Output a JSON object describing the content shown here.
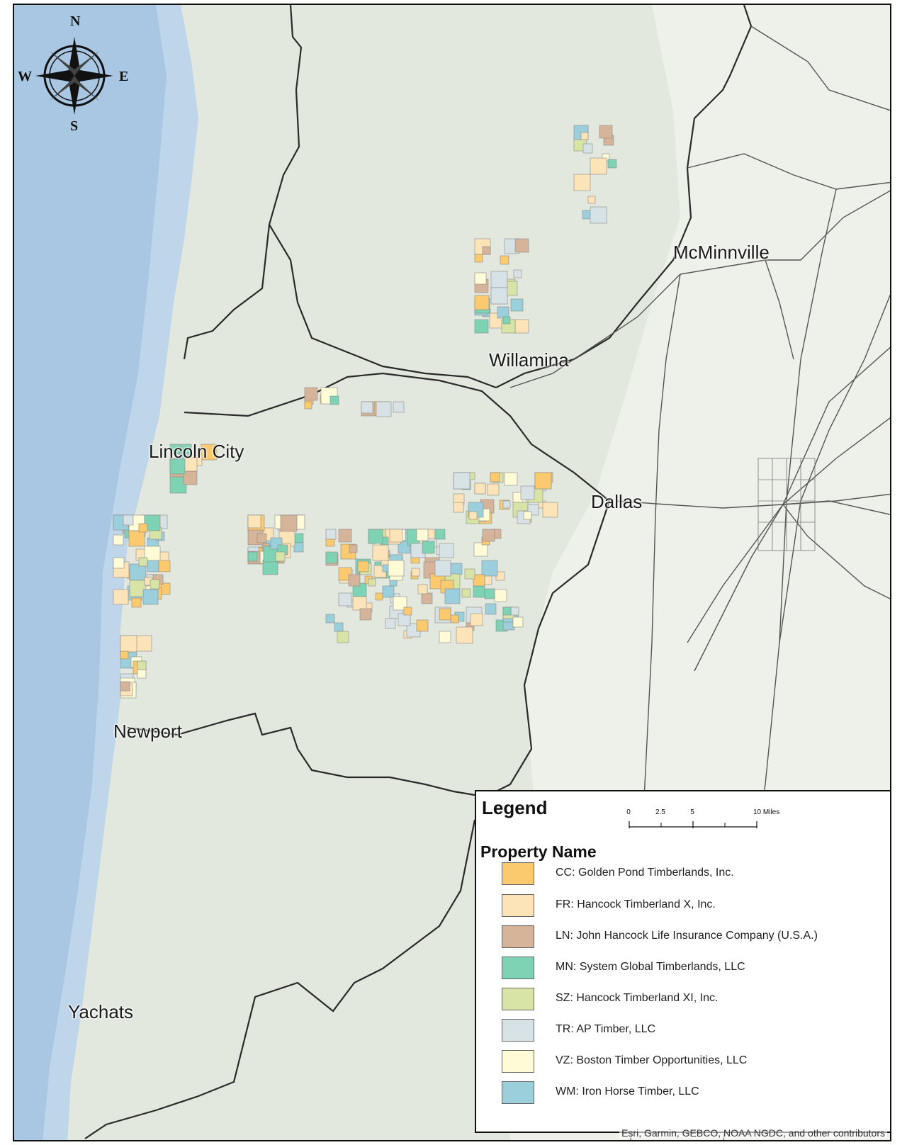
{
  "map": {
    "cities": [
      {
        "name": "McMinnville"
      },
      {
        "name": "Willamina"
      },
      {
        "name": "Lincoln City"
      },
      {
        "name": "Dallas"
      },
      {
        "name": "Newport"
      },
      {
        "name": "Yachats"
      }
    ],
    "compass": {
      "n": "N",
      "s": "S",
      "e": "E",
      "w": "W"
    },
    "attribution": "Esri, Garmin, GEBCO, NOAA NGDC, and other contributors",
    "colors": {
      "ocean": "#a9c7e3",
      "ocean_shallow": "#cfe0ef",
      "land_forest": "#e3e8df",
      "land_valley": "#eef0ea",
      "boundary": "#2a2a2a",
      "road": "#555555"
    }
  },
  "legend": {
    "title": "Legend",
    "subtitle": "Property Name",
    "scale": {
      "ticks": [
        "0",
        "2.5",
        "5",
        "10"
      ],
      "units": "10 Miles"
    },
    "items": [
      {
        "code": "CC",
        "label": "CC: Golden Pond Timberlands, Inc.",
        "color": "#fbc96e"
      },
      {
        "code": "FR",
        "label": "FR: Hancock Timberland X, Inc.",
        "color": "#fde3b8"
      },
      {
        "code": "LN",
        "label": "LN: John Hancock Life Insurance Company (U.S.A.)",
        "color": "#d5b49a"
      },
      {
        "code": "MN",
        "label": "MN: System Global Timberlands, LLC",
        "color": "#7fd3b5"
      },
      {
        "code": "SZ",
        "label": "SZ: Hancock Timberland XI, Inc.",
        "color": "#d8e4a6"
      },
      {
        "code": "TR",
        "label": "TR: AP Timber, LLC",
        "color": "#d7e2e6"
      },
      {
        "code": "VZ",
        "label": "VZ: Boston Timber Opportunities, LLC",
        "color": "#fefbd6"
      },
      {
        "code": "WM",
        "label": "WM: Iron Horse Timber, LLC",
        "color": "#9ccfdc"
      }
    ]
  }
}
